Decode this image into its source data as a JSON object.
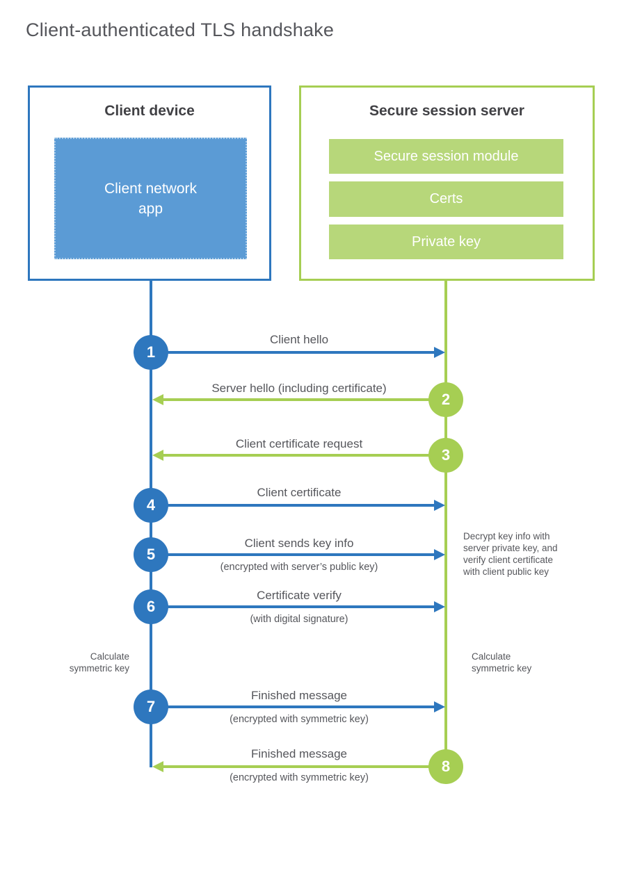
{
  "title": "Client-authenticated TLS handshake",
  "colors": {
    "blue": "#2e77be",
    "blue_fill": "#5b9bd5",
    "green": "#a6ce53",
    "green_fill": "#b7d77a",
    "heading_text": "#414145",
    "label_text": "#55565b"
  },
  "client": {
    "title": "Client device",
    "app_label": "Client network\napp"
  },
  "server": {
    "title": "Secure session server",
    "modules": [
      "Secure session module",
      "Certs",
      "Private key"
    ]
  },
  "steps": [
    {
      "num": "1",
      "actor": "client",
      "direction": "right",
      "label": "Client hello",
      "sublabel": ""
    },
    {
      "num": "2",
      "actor": "server",
      "direction": "left",
      "label": "Server hello (including certificate)",
      "sublabel": ""
    },
    {
      "num": "3",
      "actor": "server",
      "direction": "left",
      "label": "Client certificate request",
      "sublabel": ""
    },
    {
      "num": "4",
      "actor": "client",
      "direction": "right",
      "label": "Client certificate",
      "sublabel": ""
    },
    {
      "num": "5",
      "actor": "client",
      "direction": "right",
      "label": "Client sends key info",
      "sublabel": "(encrypted with server’s public key)"
    },
    {
      "num": "6",
      "actor": "client",
      "direction": "right",
      "label": "Certificate verify",
      "sublabel": "(with digital signature)"
    },
    {
      "num": "7",
      "actor": "client",
      "direction": "right",
      "label": "Finished message",
      "sublabel": "(encrypted with symmetric key)"
    },
    {
      "num": "8",
      "actor": "server",
      "direction": "left",
      "label": "Finished message",
      "sublabel": "(encrypted with symmetric key)"
    }
  ],
  "annotations": {
    "decrypt": "Decrypt key info with\nserver private key, and\nverify client certificate\nwith client public key",
    "calc_left": "Calculate\nsymmetric key",
    "calc_right": "Calculate\nsymmetric key"
  }
}
